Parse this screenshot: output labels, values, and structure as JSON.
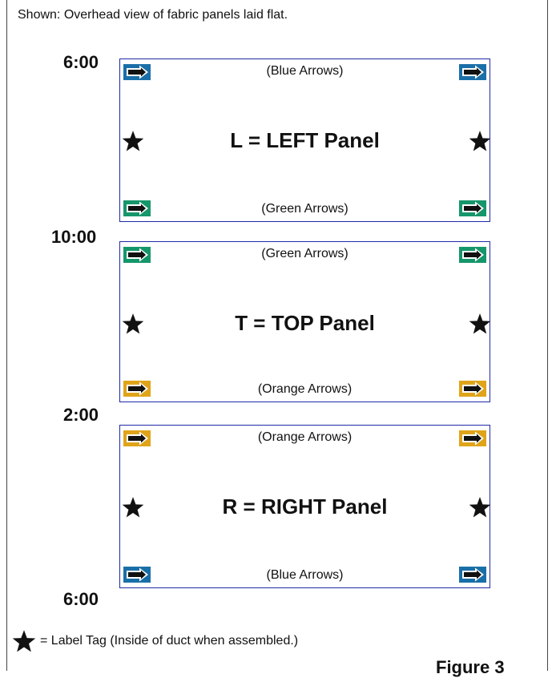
{
  "caption": "Shown: Overhead view of fabric panels laid flat.",
  "times": {
    "t1": "6:00",
    "t2": "10:00",
    "t3": "2:00",
    "t4": "6:00"
  },
  "colors": {
    "blue": "#1a6fa8",
    "green": "#16966b",
    "orange": "#e0a41a",
    "border": "#1f2aa6"
  },
  "panels": [
    {
      "title": "L = LEFT Panel",
      "top_label": "(Blue Arrows)",
      "bottom_label": "(Green Arrows)",
      "top_arrow_color": "blue",
      "bottom_arrow_color": "green"
    },
    {
      "title": "T = TOP Panel",
      "top_label": "(Green Arrows)",
      "bottom_label": "(Orange Arrows)",
      "top_arrow_color": "green",
      "bottom_arrow_color": "orange"
    },
    {
      "title": "R = RIGHT Panel",
      "top_label": "(Orange Arrows)",
      "bottom_label": "(Blue Arrows)",
      "top_arrow_color": "orange",
      "bottom_arrow_color": "blue"
    }
  ],
  "legend": {
    "icon": "star-icon",
    "text": "= Label Tag (Inside of duct when assembled.)"
  },
  "figure_label": "Figure 3"
}
